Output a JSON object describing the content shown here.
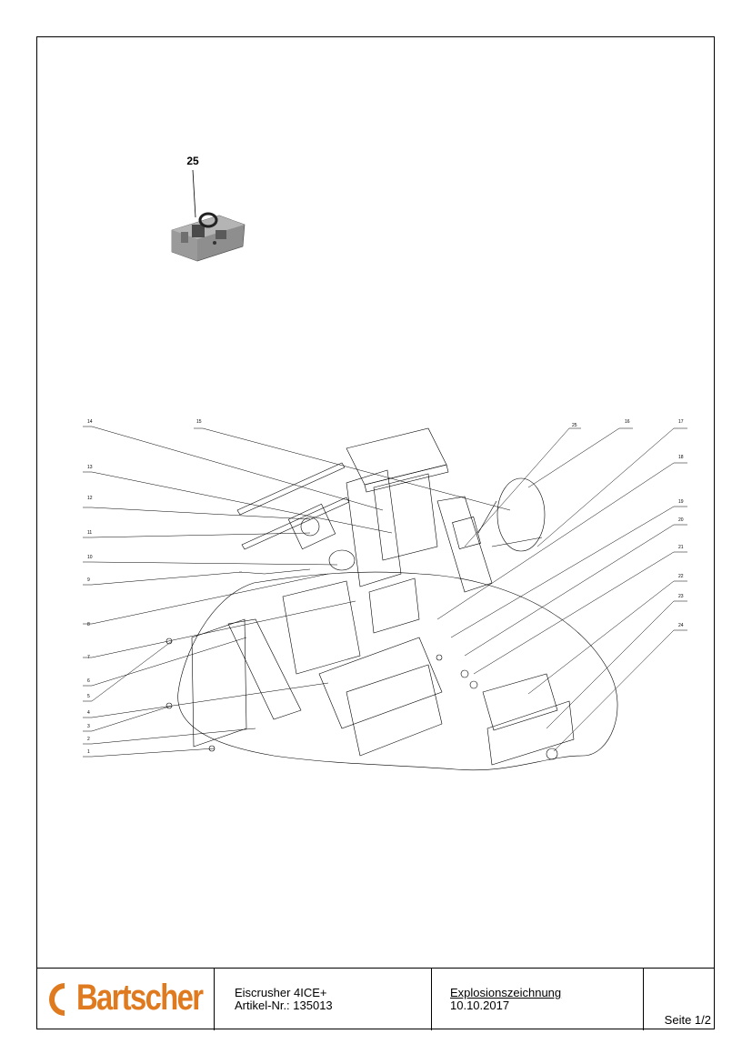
{
  "drawing": {
    "photo_callout": "25",
    "callouts": [
      "14",
      "15",
      "25",
      "16",
      "17",
      "18",
      "13",
      "12",
      "11",
      "10",
      "9",
      "8",
      "7",
      "6",
      "5",
      "4",
      "3",
      "2",
      "1",
      "19",
      "20",
      "21",
      "22",
      "23",
      "24"
    ]
  },
  "titleblock": {
    "logo": "Bartscher",
    "product_name": "Eiscrusher 4ICE+",
    "article_number": "Artikel-Nr.: 135013",
    "drawing_type": "Explosionszeichnung",
    "date": "10.10.2017",
    "page": "Seite 1/2",
    "brand_color": "#e07a1f"
  }
}
